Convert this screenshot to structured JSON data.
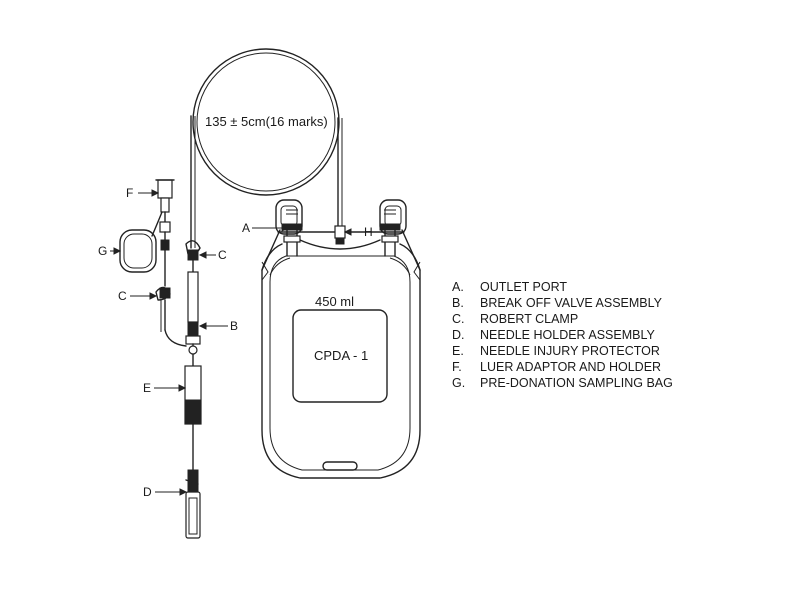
{
  "tube_length": "135 ± 5cm(16 marks)",
  "bag": {
    "volume": "450 ml",
    "anticoagulant": "CPDA - 1"
  },
  "callouts": {
    "A": "A",
    "B": "B",
    "C1": "C",
    "C2": "C",
    "D": "D",
    "E": "E",
    "F": "F",
    "G": "G",
    "H": "H"
  },
  "legend": [
    {
      "key": "A.",
      "text": "OUTLET PORT"
    },
    {
      "key": "B.",
      "text": "BREAK OFF VALVE ASSEMBLY"
    },
    {
      "key": "C.",
      "text": "ROBERT CLAMP"
    },
    {
      "key": "D.",
      "text": "NEEDLE HOLDER ASSEMBLY"
    },
    {
      "key": "E.",
      "text": "NEEDLE INJURY PROTECTOR"
    },
    {
      "key": "F.",
      "text": "LUER ADAPTOR AND HOLDER"
    },
    {
      "key": "G.",
      "text": "PRE-DONATION SAMPLING BAG"
    }
  ]
}
